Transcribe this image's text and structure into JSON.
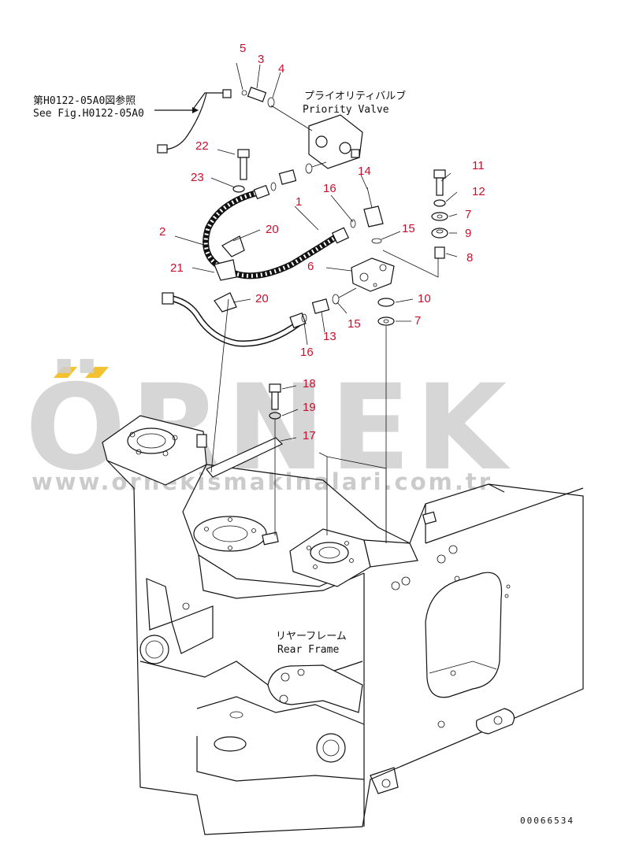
{
  "labels": {
    "see_fig_jp": "第H0122-05A0図参照",
    "see_fig_en": "See Fig.H0122-05A0",
    "priority_valve_jp": "プライオリティバルブ",
    "priority_valve_en": "Priority Valve",
    "rear_frame_jp": "リヤーフレーム",
    "rear_frame_en": "Rear Frame",
    "drawing_code": "00066534"
  },
  "watermark": {
    "brand": "ÖRNEK",
    "url": "www.ornekismakinalari.com.tr",
    "accent_color": "#f2c230"
  },
  "part_numbers": [
    "5",
    "3",
    "4",
    "22",
    "23",
    "14",
    "16",
    "1",
    "11",
    "12",
    "7",
    "9",
    "15",
    "8",
    "2",
    "20",
    "6",
    "21",
    "20",
    "10",
    "15",
    "16",
    "13",
    "7",
    "18",
    "19",
    "17"
  ],
  "colors": {
    "part_number": "#c8102e",
    "line": "#111111"
  }
}
